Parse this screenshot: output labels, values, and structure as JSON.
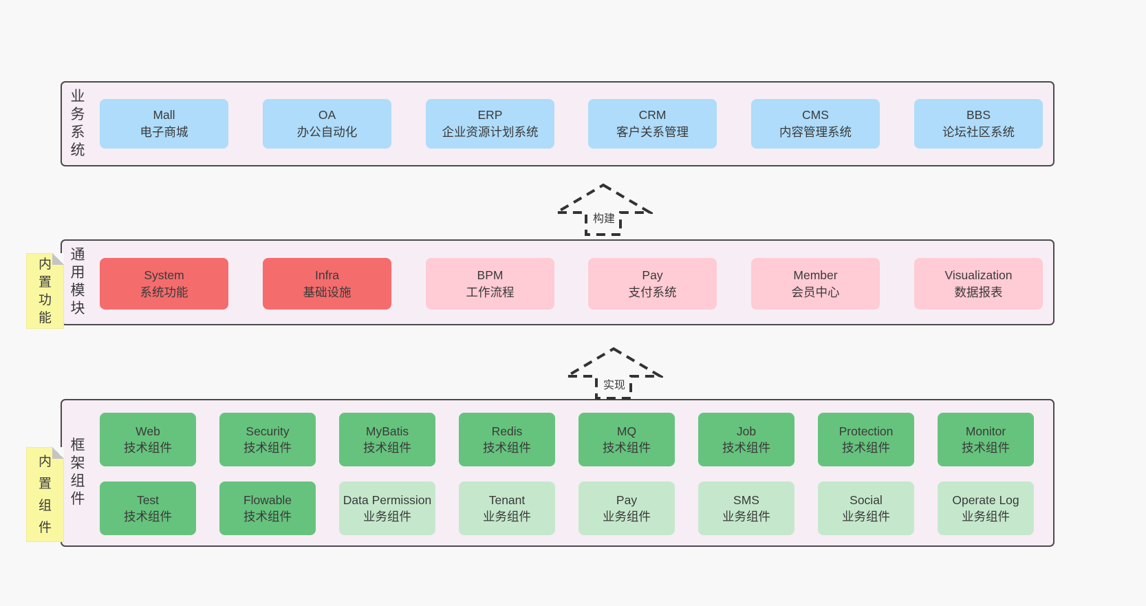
{
  "page": {
    "background": "#F8F8F8"
  },
  "colors": {
    "container_bg": "#F7EDF5",
    "container_border": "#4A4A4A",
    "business_box": "#AEDCFA",
    "module_core": "#F56C6C",
    "module_optional": "#FFCBD4",
    "component_tech": "#66C37D",
    "component_biz": "#C5E8CC",
    "sticky_note": "#FAF7A1",
    "text": "#3A3A3A"
  },
  "arrows": {
    "build": "构建",
    "implement": "实现"
  },
  "sections": {
    "business": {
      "label": "业务系统",
      "boxes": [
        {
          "name": "Mall",
          "desc": "电子商城",
          "variant": "blue"
        },
        {
          "name": "OA",
          "desc": "办公自动化",
          "variant": "blue"
        },
        {
          "name": "ERP",
          "desc": "企业资源计划系统",
          "variant": "blue"
        },
        {
          "name": "CRM",
          "desc": "客户关系管理",
          "variant": "blue"
        },
        {
          "name": "CMS",
          "desc": "内容管理系统",
          "variant": "blue"
        },
        {
          "name": "BBS",
          "desc": "论坛社区系统",
          "variant": "blue"
        }
      ]
    },
    "modules": {
      "label": "通用模块",
      "sticky": "内置功能",
      "boxes": [
        {
          "name": "System",
          "desc": "系统功能",
          "variant": "red"
        },
        {
          "name": "Infra",
          "desc": "基础设施",
          "variant": "red"
        },
        {
          "name": "BPM",
          "desc": "工作流程",
          "variant": "pink"
        },
        {
          "name": "Pay",
          "desc": "支付系统",
          "variant": "pink"
        },
        {
          "name": "Member",
          "desc": "会员中心",
          "variant": "pink"
        },
        {
          "name": "Visualization",
          "desc": "数据报表",
          "variant": "pink"
        }
      ]
    },
    "framework": {
      "label": "框架组件",
      "sticky": "内置组件",
      "row1": [
        {
          "name": "Web",
          "desc": "技术组件",
          "variant": "tech"
        },
        {
          "name": "Security",
          "desc": "技术组件",
          "variant": "tech"
        },
        {
          "name": "MyBatis",
          "desc": "技术组件",
          "variant": "tech"
        },
        {
          "name": "Redis",
          "desc": "技术组件",
          "variant": "tech"
        },
        {
          "name": "MQ",
          "desc": "技术组件",
          "variant": "tech"
        },
        {
          "name": "Job",
          "desc": "技术组件",
          "variant": "tech"
        },
        {
          "name": "Protection",
          "desc": "技术组件",
          "variant": "tech"
        },
        {
          "name": "Monitor",
          "desc": "技术组件",
          "variant": "tech"
        }
      ],
      "row2": [
        {
          "name": "Test",
          "desc": "技术组件",
          "variant": "tech"
        },
        {
          "name": "Flowable",
          "desc": "技术组件",
          "variant": "tech"
        },
        {
          "name": "Data Permission",
          "desc": "业务组件",
          "variant": "biz"
        },
        {
          "name": "Tenant",
          "desc": "业务组件",
          "variant": "biz"
        },
        {
          "name": "Pay",
          "desc": "业务组件",
          "variant": "biz"
        },
        {
          "name": "SMS",
          "desc": "业务组件",
          "variant": "biz"
        },
        {
          "name": "Social",
          "desc": "业务组件",
          "variant": "biz"
        },
        {
          "name": "Operate Log",
          "desc": "业务组件",
          "variant": "biz"
        }
      ]
    }
  }
}
